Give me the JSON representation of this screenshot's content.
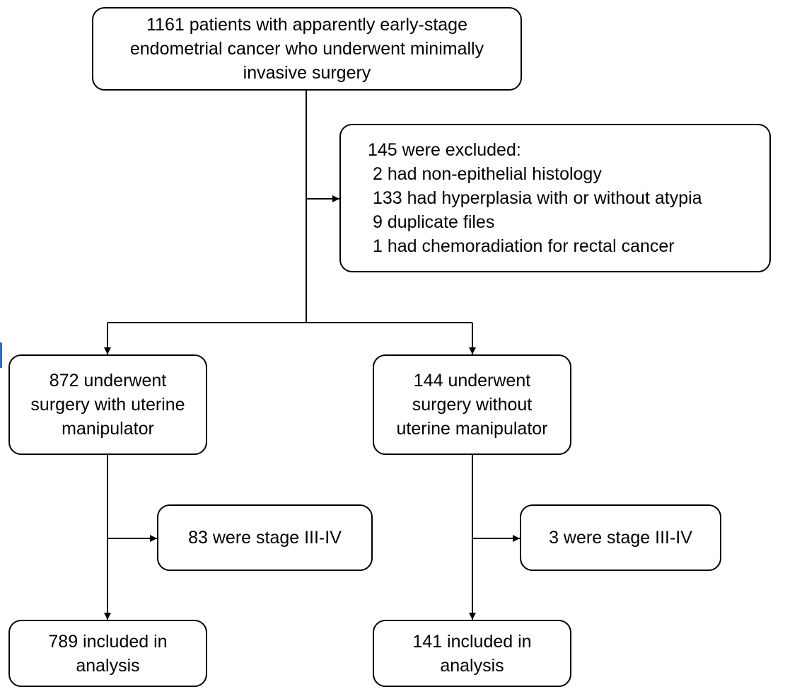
{
  "flowchart": {
    "start": {
      "lines": [
        "1161 patients with apparently early-stage",
        "endometrial cancer who underwent minimally",
        "invasive surgery"
      ]
    },
    "exclusion": {
      "lines": [
        "145 were excluded:",
        "2 had non-epithelial histology",
        "133 had hyperplasia with or without atypia",
        "9 duplicate files",
        "1 had chemoradiation for rectal cancer"
      ]
    },
    "with_manipulator": {
      "lines": [
        "872 underwent",
        "surgery with uterine",
        "manipulator"
      ]
    },
    "without_manipulator": {
      "lines": [
        "144 underwent",
        "surgery without",
        "uterine manipulator"
      ]
    },
    "with_excluded": {
      "lines": [
        "83 were stage III-IV"
      ]
    },
    "without_excluded": {
      "lines": [
        "3 were stage III-IV"
      ]
    },
    "with_included": {
      "lines": [
        "789 included in",
        "analysis"
      ]
    },
    "without_included": {
      "lines": [
        "141 included in",
        "analysis"
      ]
    }
  },
  "colors": {
    "line": "#000000",
    "box_border": "#000000",
    "background": "#ffffff",
    "edge_mark": "#2f6fc4"
  }
}
